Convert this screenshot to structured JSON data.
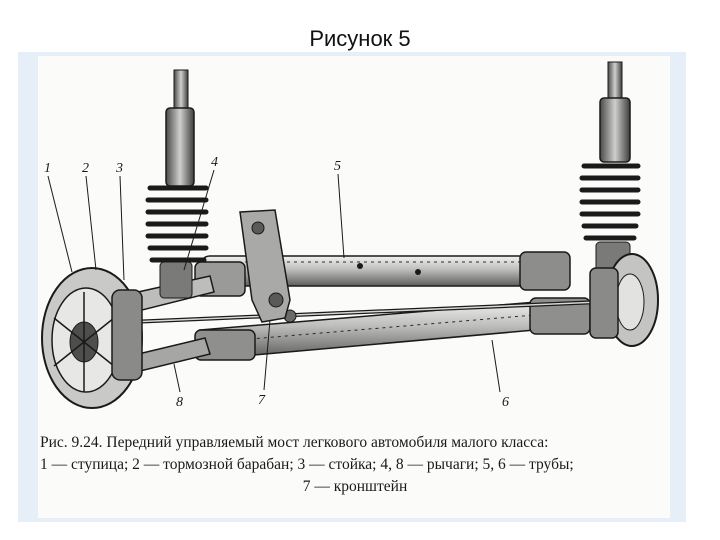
{
  "slide": {
    "title": "Рисунок 5"
  },
  "figure": {
    "part_labels": [
      "1",
      "2",
      "3",
      "4",
      "5",
      "6",
      "7",
      "8"
    ],
    "caption": {
      "line1": "Рис. 9.24. Передний управляемый мост легкового автомобиля малого класса:",
      "line2": "1 — ступица; 2 — тормозной барабан; 3 — стойка; 4, 8 — рычаги; 5, 6 — трубы;",
      "line3": "7 — кронштейн"
    }
  },
  "colors": {
    "frame": "#e6eef7",
    "ink": "#1a1a1a",
    "paper": "#fbfbfa"
  }
}
